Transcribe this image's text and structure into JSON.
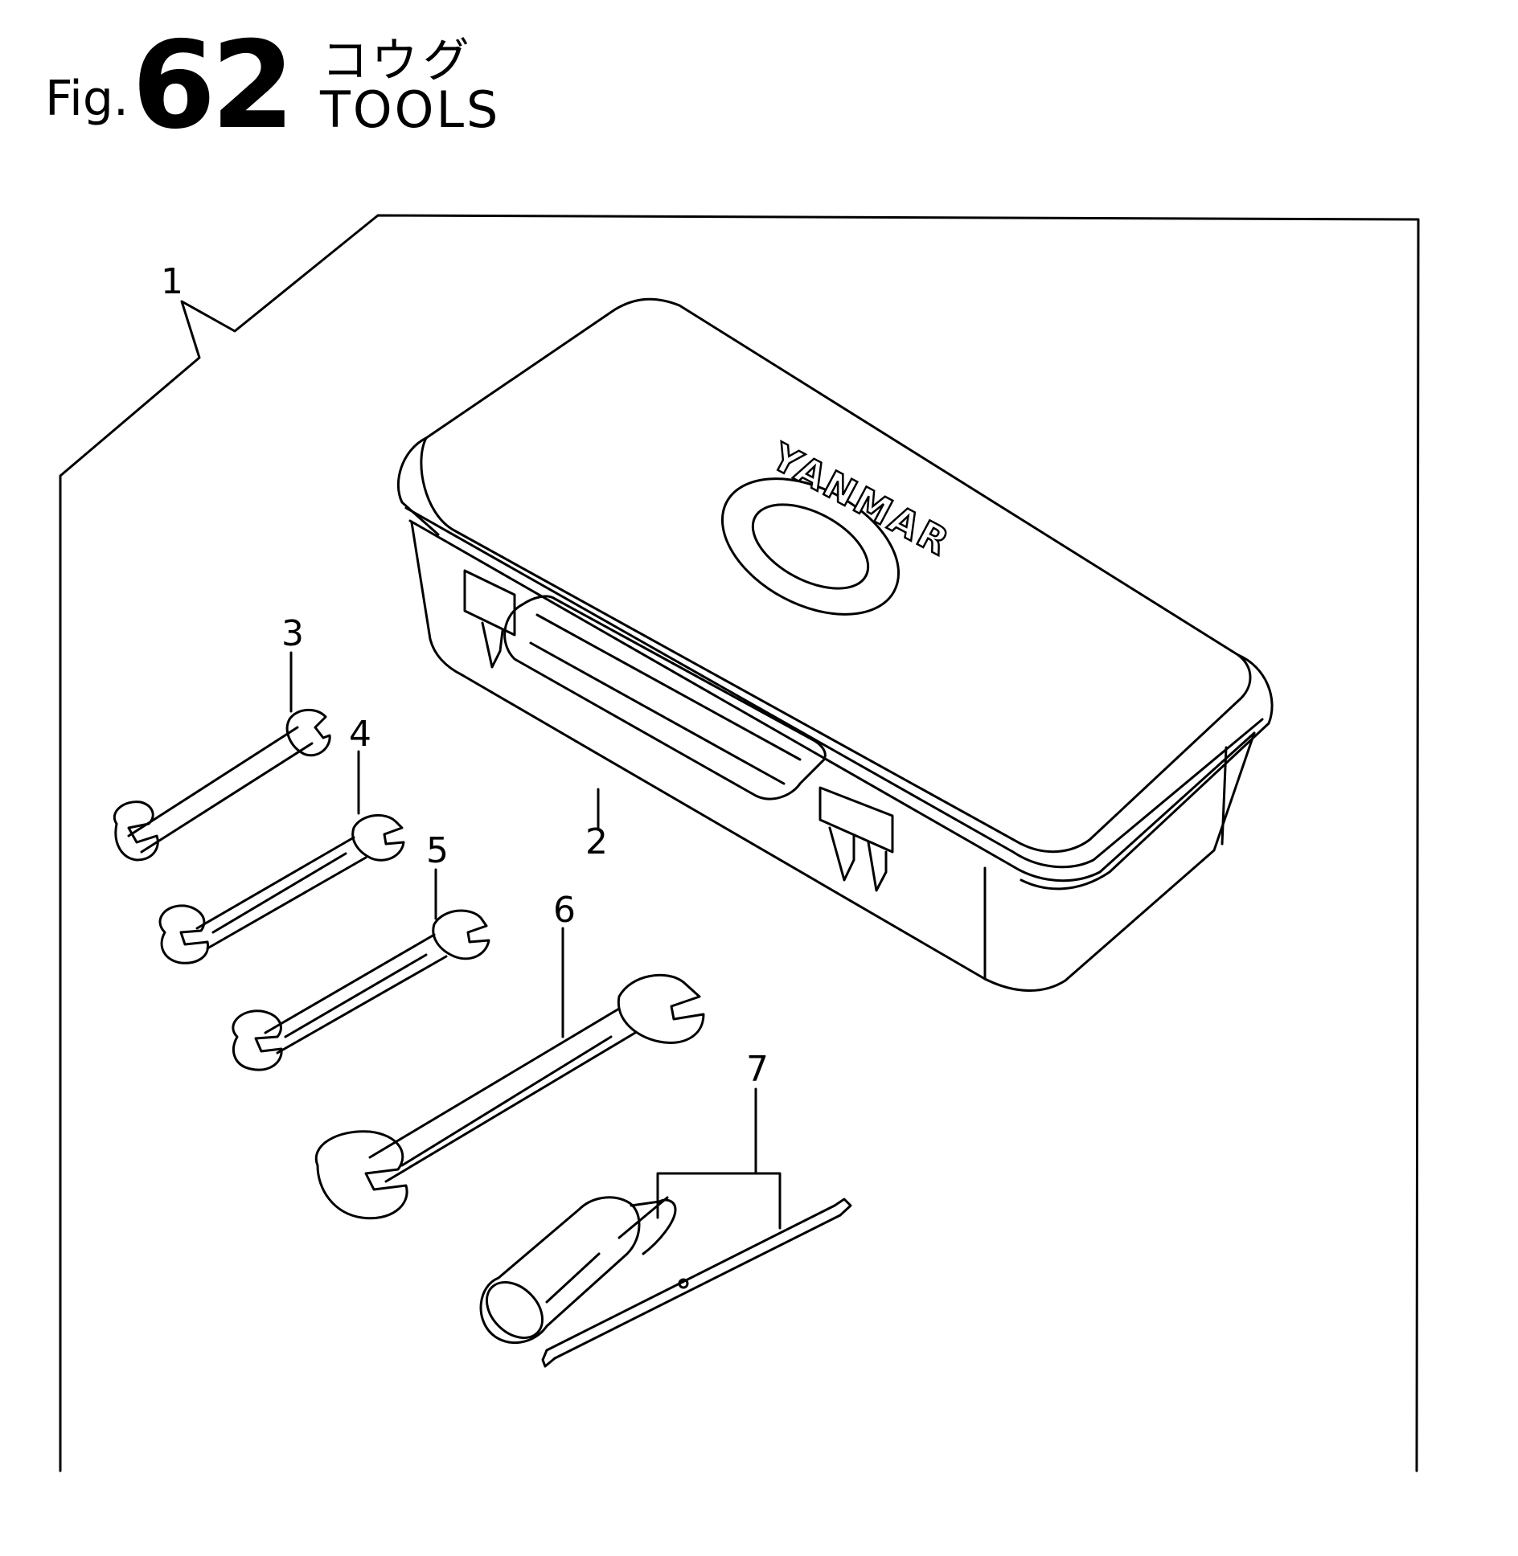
{
  "figure": {
    "prefix": "Fig.",
    "number": "62",
    "title_jp": "コウグ",
    "title_en": "TOOLS"
  },
  "logo_text": "YANMAR",
  "callouts": {
    "c1": "1",
    "c2": "2",
    "c3": "3",
    "c4": "4",
    "c5": "5",
    "c6": "6",
    "c7": "7"
  }
}
